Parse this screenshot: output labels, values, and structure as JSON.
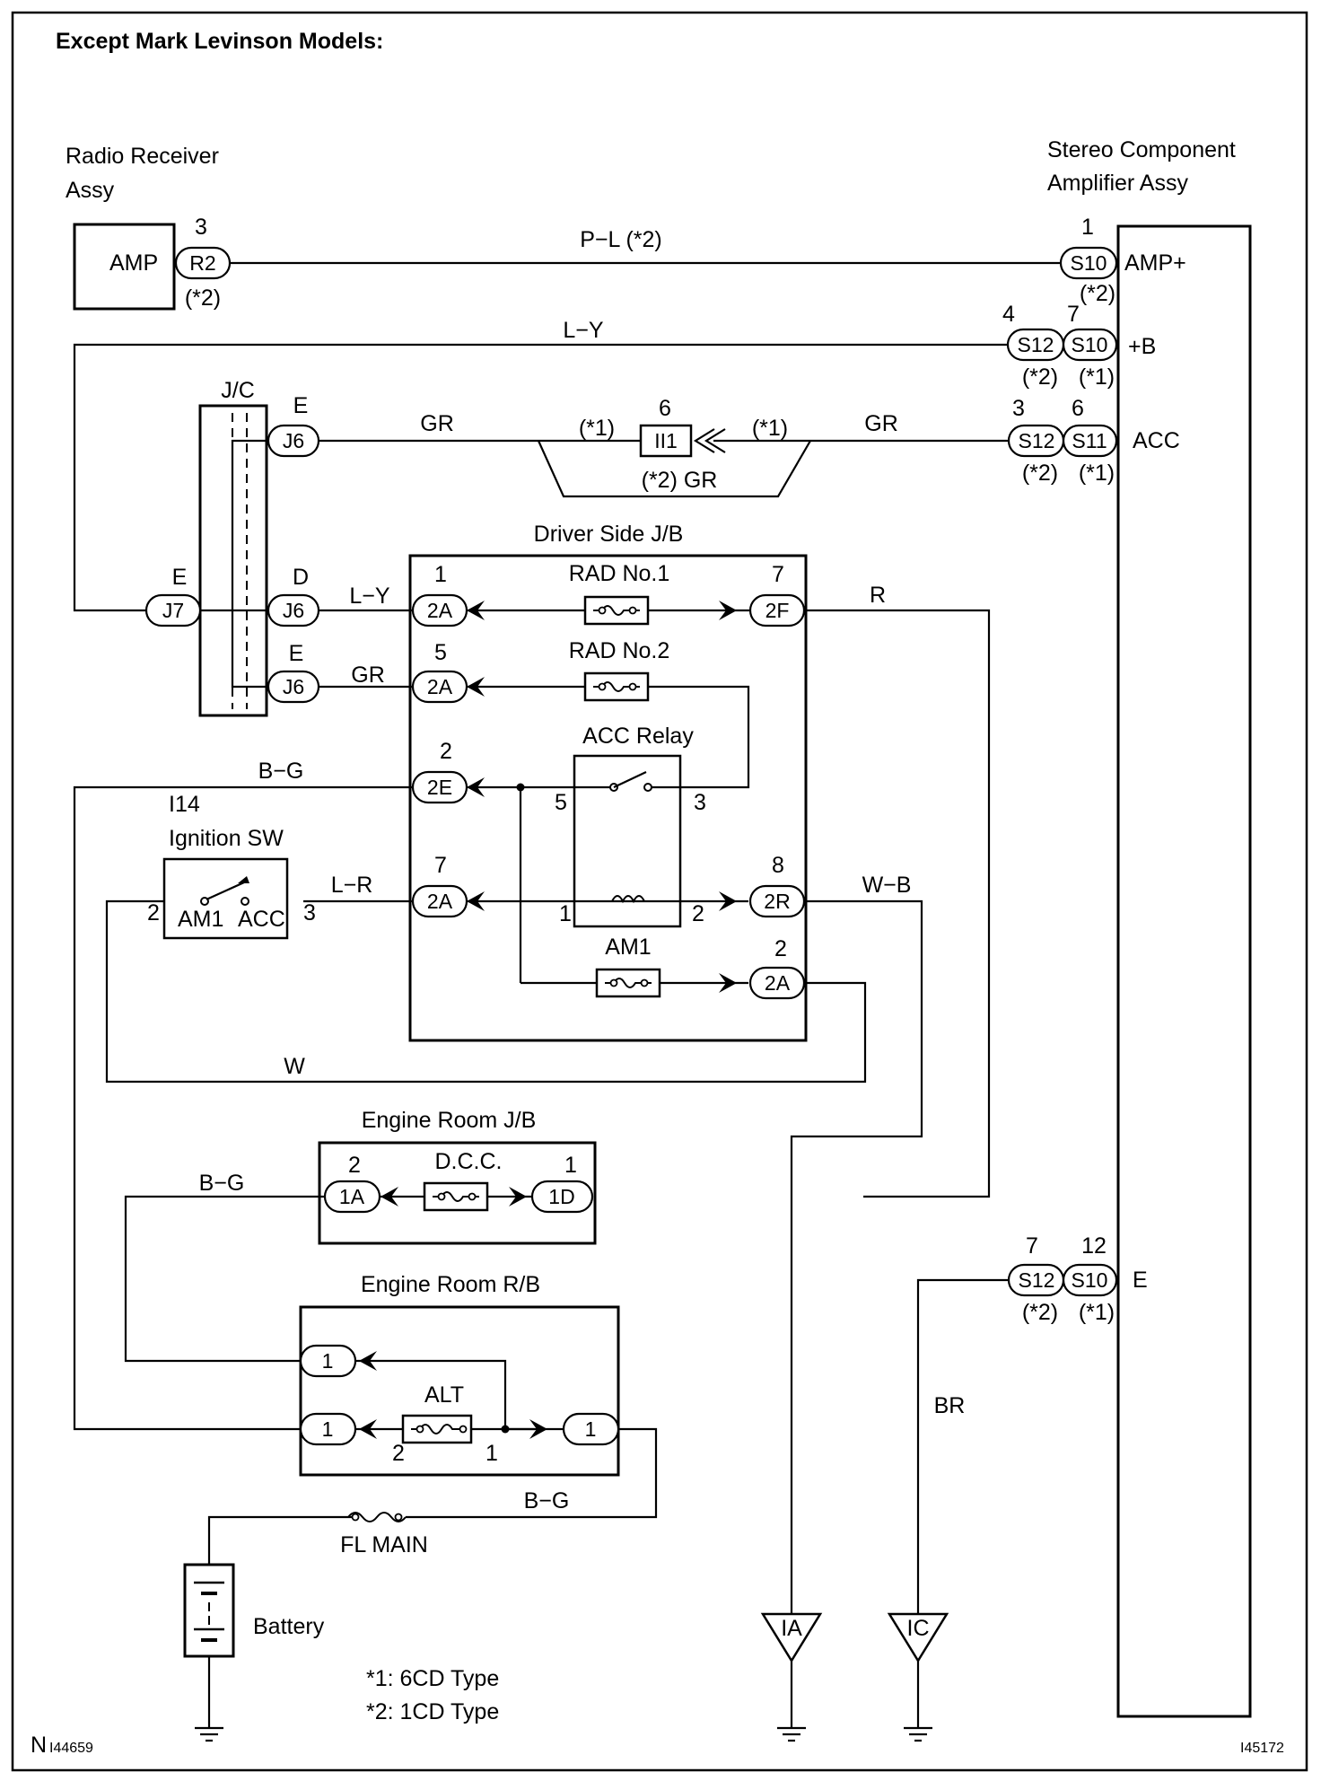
{
  "title": "Except Mark Levinson Models:",
  "components": {
    "radio_receiver": {
      "line1": "Radio Receiver",
      "line2": "Assy",
      "amp": "AMP"
    },
    "amplifier": {
      "line1": "Stereo Component",
      "line2": "Amplifier Assy",
      "amp_plus": "AMP+",
      "plus_b": "+B",
      "acc": "ACC",
      "e": "E"
    },
    "jc": "J/C",
    "driver_jb": "Driver Side J/B",
    "rad_no1": "RAD No.1",
    "rad_no2": "RAD No.2",
    "acc_relay": "ACC Relay",
    "am1_fuse": "AM1",
    "ignition": {
      "id": "I14",
      "name": "Ignition SW",
      "am1": "AM1",
      "acc": "ACC"
    },
    "engine_jb": "Engine Room J/B",
    "dcc": "D.C.C.",
    "engine_rb": "Engine Room R/B",
    "alt": "ALT",
    "fl_main": "FL MAIN",
    "battery": "Battery"
  },
  "connectors": {
    "r2": "R2",
    "s10": "S10",
    "s12": "S12",
    "s11": "S11",
    "j6": "J6",
    "j7": "J7",
    "ii1": "II1",
    "c2a": "2A",
    "c2f": "2F",
    "c2e": "2E",
    "c2r": "2R",
    "c1a": "1A",
    "c1d": "1D",
    "c1": "1"
  },
  "wires": {
    "pl_star2": "P−L (*2)",
    "ly": "L−Y",
    "gr": "GR",
    "star2_gr": "(*2) GR",
    "r": "R",
    "bg": "B−G",
    "lr": "L−R",
    "wb": "W−B",
    "w": "W",
    "br": "BR"
  },
  "marks": {
    "star1": "(*1)",
    "star2": "(*2)"
  },
  "pins": {
    "p1": "1",
    "p2": "2",
    "p3": "3",
    "p4": "4",
    "p5": "5",
    "p6": "6",
    "p7": "7",
    "p8": "8",
    "p12": "12",
    "e": "E",
    "d": "D"
  },
  "grounds": {
    "ia": "IA",
    "ic": "IC"
  },
  "notes": {
    "n1": "*1: 6CD Type",
    "n2": "*2: 1CD Type"
  },
  "figure_ids": {
    "left_prefix": "N",
    "left": "I44659",
    "right": "I45172"
  }
}
